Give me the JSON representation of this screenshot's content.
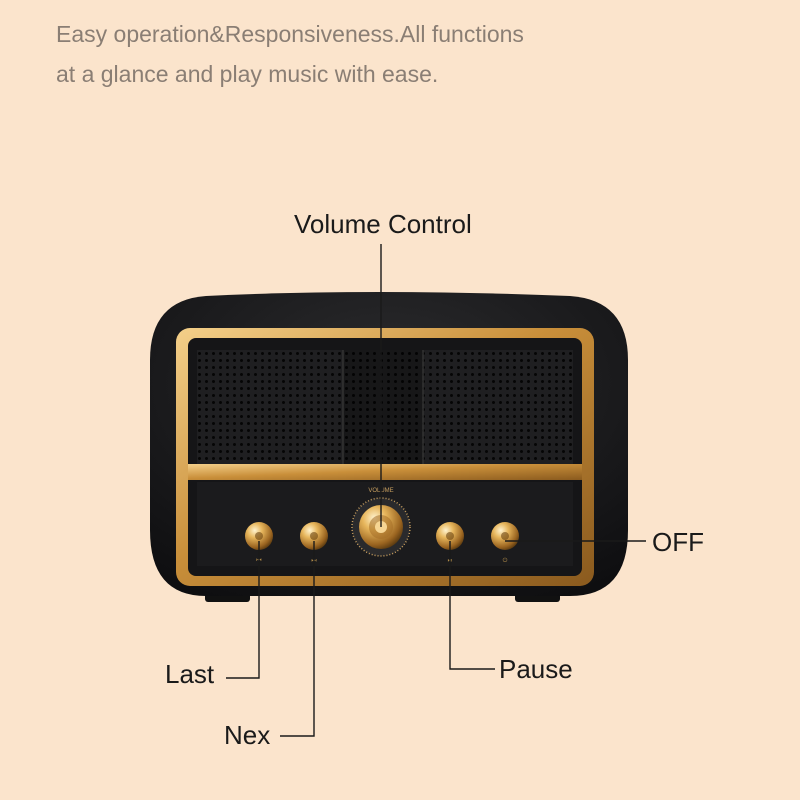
{
  "headline": {
    "line1": "Easy operation&Responsiveness.All functions",
    "line2": "at a glance and play music with ease."
  },
  "labels": {
    "volume": "Volume Control",
    "off": "OFF",
    "last": "Last",
    "pause": "Pause",
    "next": "Nex"
  },
  "device": {
    "panel_text": "VOLUME"
  },
  "colors": {
    "background": "#FBE4CC",
    "body": "#1c1c1e",
    "gold": "#d6a14a"
  }
}
